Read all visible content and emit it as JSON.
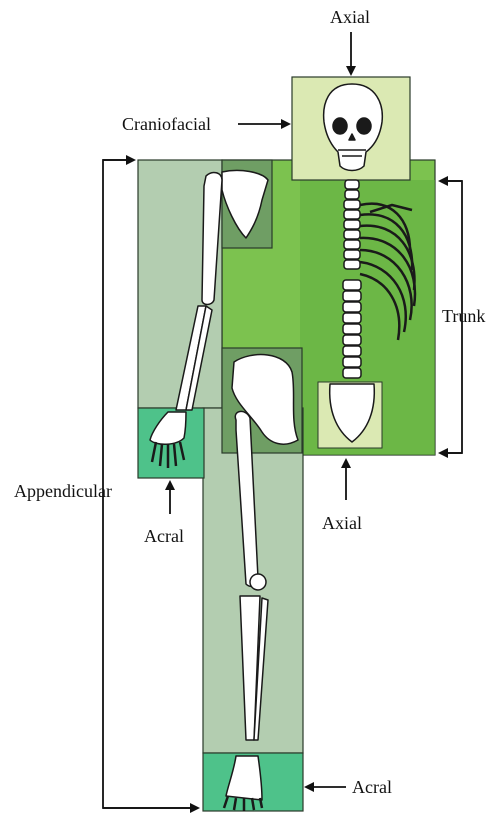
{
  "labels": {
    "axial_top": "Axial",
    "craniofacial": "Craniofacial",
    "trunk": "Trunk",
    "appendicular": "Appendicular",
    "acral_hand": "Acral",
    "axial_bottom": "Axial",
    "acral_foot": "Acral"
  },
  "colors": {
    "craniofacial_region": "#dbe9b3",
    "trunk_region": "#7cc24f",
    "trunk_dark": "#5aa93a",
    "appendicular_region": "#b3cdb0",
    "shoulder_hip_region": "#6f9e64",
    "acral_region": "#4ec28a",
    "outline": "#2a3a2a",
    "bone": "#ffffff"
  }
}
